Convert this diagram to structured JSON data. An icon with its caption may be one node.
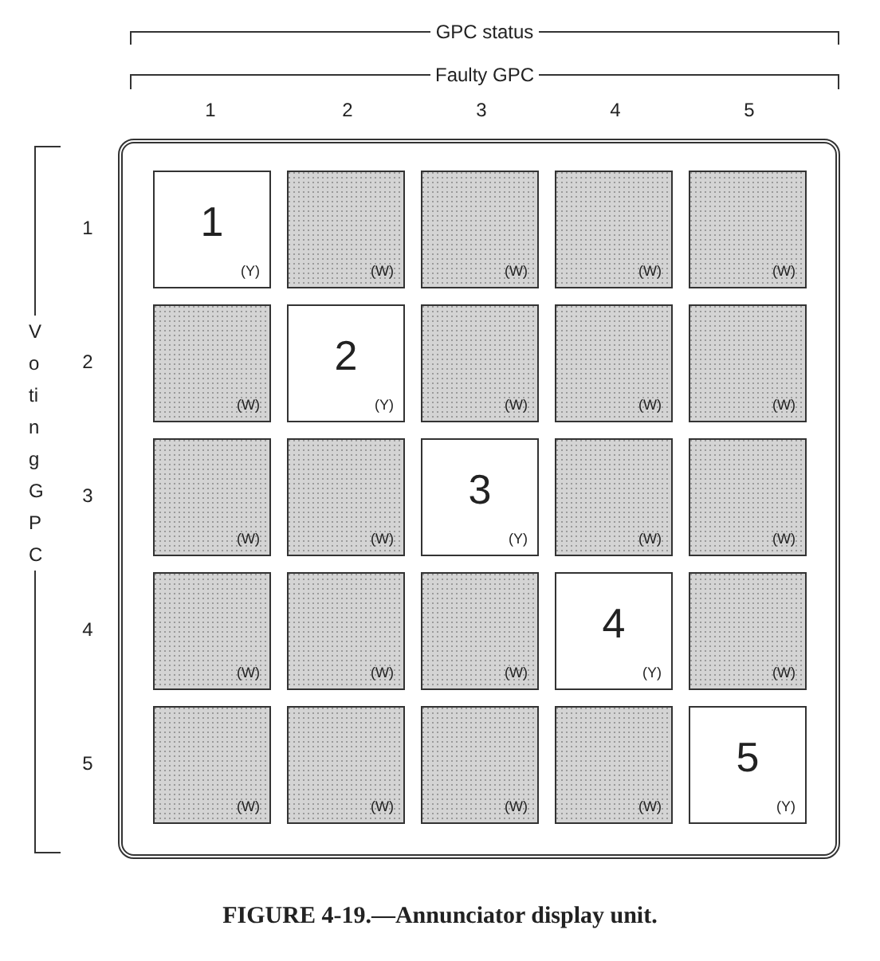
{
  "diagram": {
    "caption": "FIGURE 4-19.—Annunciator display unit.",
    "nodes": [
      {
        "text": [],
        "shape": "box"
      },
      {
        "text": [
          "1",
          "(Y)"
        ],
        "in": 0
      },
      {
        "text": [
          "(W)"
        ],
        "in": 0
      },
      {
        "text": [
          "(W)"
        ],
        "in": 0
      },
      {
        "text": [
          "(W)"
        ],
        "in": 0
      },
      {
        "text": [
          "(W)"
        ],
        "in": 0
      },
      {
        "text": [
          "(W)"
        ],
        "in": 0
      },
      {
        "text": [
          "2",
          "(Y)"
        ],
        "in": 0
      },
      {
        "text": [
          "(W)"
        ],
        "in": 0
      },
      {
        "text": [
          "(W)"
        ],
        "in": 0
      },
      {
        "text": [
          "(W)"
        ],
        "in": 0
      },
      {
        "text": [
          "(W)"
        ],
        "in": 0
      },
      {
        "text": [
          "(W)"
        ],
        "in": 0
      },
      {
        "text": [
          "3",
          "(Y)"
        ],
        "in": 0
      },
      {
        "text": [
          "(W)"
        ],
        "in": 0
      },
      {
        "text": [
          "(W)"
        ],
        "in": 0
      },
      {
        "text": [
          "(W)"
        ],
        "in": 0
      },
      {
        "text": [
          "(W)"
        ],
        "in": 0
      },
      {
        "text": [
          "(W)"
        ],
        "in": 0
      },
      {
        "text": [
          "4",
          "(Y)"
        ],
        "in": 0
      },
      {
        "text": [
          "(W)"
        ],
        "in": 0
      },
      {
        "text": [
          "(W)"
        ],
        "in": 0
      },
      {
        "text": [
          "(W)"
        ],
        "in": 0
      },
      {
        "text": [
          "(W)"
        ],
        "in": 0
      },
      {
        "text": [
          "(W)"
        ],
        "in": 0
      },
      {
        "text": [
          "5",
          "(Y)"
        ],
        "in": 0
      }
    ],
    "labels": [
      "GPC status",
      "Faulty GPC",
      "1",
      "2",
      "3",
      "4",
      "5",
      "Voting GPC",
      "1",
      "2",
      "3",
      "4",
      "5"
    ]
  }
}
